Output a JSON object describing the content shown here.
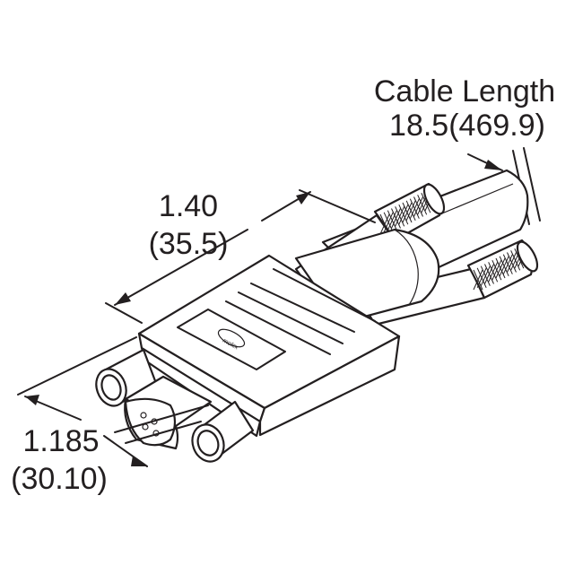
{
  "dimensions": {
    "cable_length": {
      "label": "Cable Length",
      "inch": "18.5",
      "mm": "(469.9)"
    },
    "body_length": {
      "inch": "1.40",
      "mm": "(35.5)"
    },
    "body_width": {
      "inch": "1.185",
      "mm": "(30.10)"
    }
  },
  "colors": {
    "line": "#231f20",
    "background": "#ffffff"
  }
}
